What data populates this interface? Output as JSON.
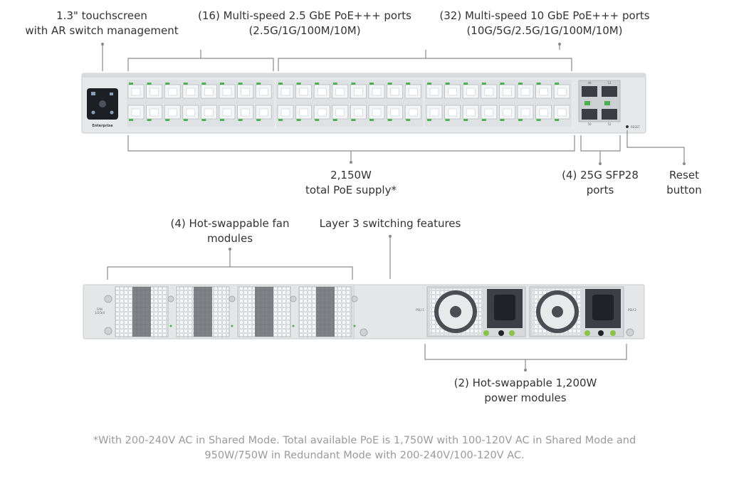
{
  "front_callouts": {
    "touchscreen": [
      "1.3\" touchscreen",
      "with AR switch management"
    ],
    "ports_25g": [
      "(16) Multi-speed 2.5 GbE PoE+++ ports",
      "(2.5G/1G/100M/10M)"
    ],
    "ports_10g": [
      "(32) Multi-speed 10 GbE PoE+++ ports",
      "(10G/5G/2.5G/1G/100M/10M)"
    ],
    "poe_supply": [
      "2,150W",
      "total PoE supply*"
    ],
    "sfp": [
      "(4) 25G SFP28",
      "ports"
    ],
    "reset": [
      "Reset",
      "button"
    ]
  },
  "rear_callouts": {
    "fans": [
      "(4) Hot-swappable fan",
      "modules"
    ],
    "layer3": "Layer 3 switching features",
    "psu": [
      "(2) Hot-swappable 1,200W",
      "power modules"
    ]
  },
  "device_text": {
    "brand": "Enterprise",
    "reset_label": "RESET",
    "fan_label": [
      "FAN",
      "1/2/3/4"
    ],
    "psu1_label": "PSU 1",
    "psu2_label": "PSU 2",
    "sfp_numbers": [
      "49",
      "51",
      "50",
      "52"
    ]
  },
  "footnote": [
    "*With 200-240V AC in Shared Mode. Total available PoE is 1,750W with 100-120V AC in Shared Mode and",
    "950W/750W in Redundant Mode with 200-240V/100-120V AC."
  ],
  "colors": {
    "chassis": "#e4e6e8",
    "port_led": "#4caf50",
    "line": "#8a8a8a",
    "text": "#333333",
    "footnote": "#9a9a9a"
  }
}
